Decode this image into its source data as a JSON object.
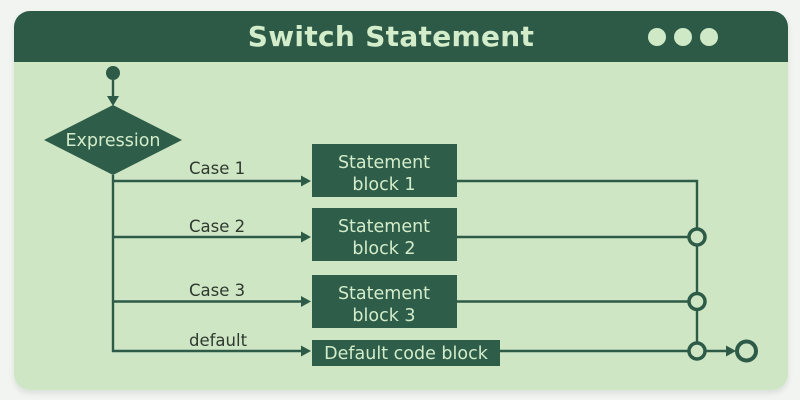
{
  "window": {
    "title": "Switch Statement"
  },
  "colors": {
    "page_bg": "#f2f4f1",
    "header_bg": "#2d5a47",
    "card_bg": "#cfe6c5",
    "node_bg": "#2e5d49",
    "node_text": "#d3ecca",
    "line": "#2e5b47",
    "label_text": "#2e3a2f"
  },
  "flowchart": {
    "decision_label": "Expression",
    "branches": [
      {
        "case_label": "Case 1",
        "block_line1": "Statement",
        "block_line2": "block 1"
      },
      {
        "case_label": "Case 2",
        "block_line1": "Statement",
        "block_line2": "block 2"
      },
      {
        "case_label": "Case 3",
        "block_line1": "Statement",
        "block_line2": "block 3"
      }
    ],
    "default_branch": {
      "case_label": "default",
      "block_label": "Default code block"
    }
  }
}
